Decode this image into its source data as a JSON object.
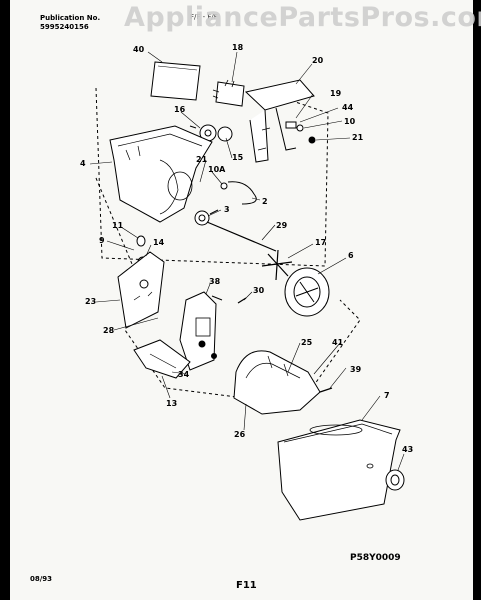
{
  "header": {
    "publication_label": "Publication No.",
    "publication_number": "5995240156",
    "model_text": "F/F - F/F",
    "watermark": "AppliancePartsPros.com"
  },
  "callouts": [
    "40",
    "18",
    "20",
    "16",
    "19",
    "44",
    "10",
    "15",
    "21",
    "4",
    "21",
    "10A",
    "2",
    "3",
    "29",
    "11",
    "9",
    "14",
    "17",
    "6",
    "30",
    "38",
    "23",
    "28",
    "25",
    "41",
    "39",
    "7",
    "34",
    "13",
    "26",
    "43"
  ],
  "footer": {
    "diagram_code": "P58Y0009",
    "date": "08/93",
    "page": "F11"
  }
}
